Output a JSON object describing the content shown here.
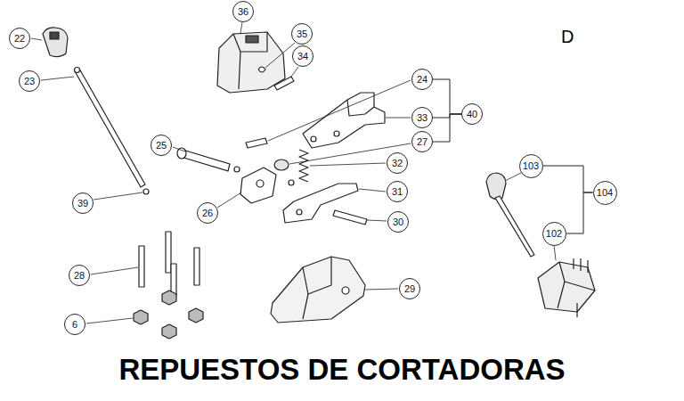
{
  "diagram": {
    "title": "REPUESTOS DE CORTADORAS",
    "nodes": [
      {
        "text": [
          "22"
        ]
      },
      {
        "text": [
          "36"
        ]
      },
      {
        "text": [
          "35"
        ]
      },
      {
        "text": [
          "34"
        ]
      },
      {
        "text": [
          "24"
        ]
      },
      {
        "text": [
          "23"
        ]
      },
      {
        "text": [
          "40"
        ]
      },
      {
        "text": [
          "33"
        ]
      },
      {
        "text": [
          "27"
        ]
      },
      {
        "text": [
          "25"
        ]
      },
      {
        "text": [
          "32"
        ]
      },
      {
        "text": [
          "103"
        ]
      },
      {
        "text": [
          "31"
        ]
      },
      {
        "text": [
          "104"
        ]
      },
      {
        "text": [
          "39"
        ]
      },
      {
        "text": [
          "26"
        ]
      },
      {
        "text": [
          "30"
        ]
      },
      {
        "text": [
          "102"
        ]
      },
      {
        "text": [
          "28"
        ]
      },
      {
        "text": [
          "29"
        ]
      },
      {
        "text": [
          "6"
        ]
      }
    ],
    "edges": [
      {
        "from": 4,
        "to": 6,
        "arrow": "none"
      },
      {
        "from": 7,
        "to": 6,
        "arrow": "none"
      },
      {
        "from": 8,
        "to": 6,
        "arrow": "none"
      },
      {
        "from": 11,
        "to": 13,
        "arrow": "none"
      },
      {
        "from": 17,
        "to": 13,
        "arrow": "none"
      }
    ],
    "labels": [
      "D"
    ]
  }
}
